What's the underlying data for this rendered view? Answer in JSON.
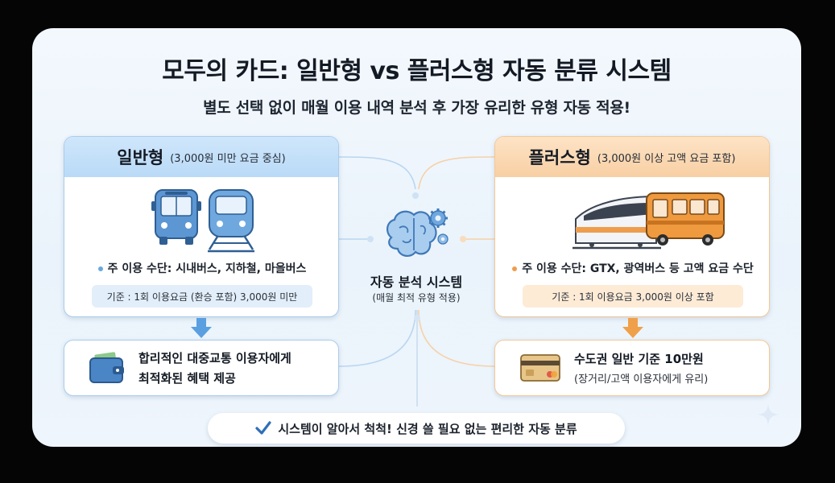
{
  "title": "모두의 카드: 일반형 vs 플러스형 자동 분류 시스템",
  "subtitle": "별도 선택 없이 매월 이용 내역 분석 후 가장 유리한 유형 자동 적용!",
  "general": {
    "name": "일반형",
    "note": "(3,000원 미만 요금 중심)",
    "bullet": "주 이용 수단: 시내버스, 지하철, 마을버스",
    "criteria": "기준 : 1회 이용요금 (환승 포함) 3,000원 미만",
    "result_line1": "합리적인 대중교통 이용자에게",
    "result_line2": "최적화된 혜택 제공",
    "illustration": [
      "bus-icon",
      "subway-icon"
    ],
    "result_icon": "wallet-icon"
  },
  "plus": {
    "name": "플러스형",
    "note": "(3,000원 이상 고액 요금 포함)",
    "bullet": "주 이용 수단: GTX, 광역버스 등 고액 요금 수단",
    "criteria": "기준 : 1회 이용요금 3,000원 이상 포함",
    "result_line1": "수도권 일반 기준 10만원",
    "result_line2": "(장거리/고액 이용자에게 유리)",
    "illustration": [
      "express-train-icon",
      "intercity-bus-icon"
    ],
    "result_icon": "credit-card-icon"
  },
  "center": {
    "title": "자동 분석 시스템",
    "subtitle": "(매월 최적 유형 적용)",
    "icon": "brain-gear-icon"
  },
  "footer": {
    "text": "시스템이 알아서 척척! 신경 쓸 필요 없는 편리한 자동 분류",
    "icon": "checkmark-icon"
  },
  "colors": {
    "general_accent": "#6aa7dd",
    "general_header": "#c4e0f9",
    "plus_accent": "#ee9d4d",
    "plus_header": "#fbd9b4",
    "card_bg": "#eef5fc",
    "text": "#141a24"
  }
}
